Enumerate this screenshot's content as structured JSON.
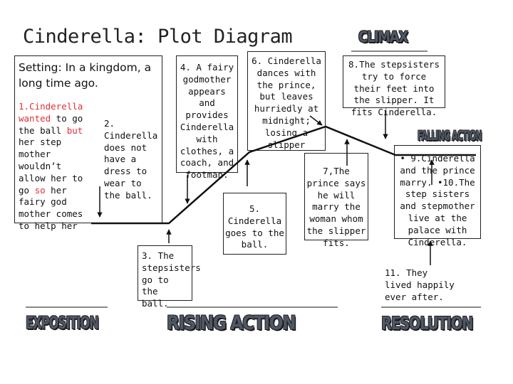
{
  "title": "Cinderella: Plot Diagram",
  "setting_text": "Setting: In a kingdom, a long time ago.",
  "events": {
    "e1": {
      "parts": [
        {
          "text": "1.Cinderella wanted",
          "color": "red"
        },
        {
          "text": " to go the ball ",
          "color": "black"
        },
        {
          "text": "but",
          "color": "red"
        },
        {
          "text": " her step mother wouldn’t allow her to go ",
          "color": "black"
        },
        {
          "text": "so",
          "color": "red"
        },
        {
          "text": " her fairy god mother comes to help her",
          "color": "black"
        }
      ]
    },
    "e2": "2. Cinderella does not have a dress to wear to the ball.",
    "e3": "3. The stepsisters go to the ball.",
    "e4": "4. A fairy godmother appears and provides Cinderella with clothes, a coach, and footman.",
    "e5": "5. Cinderella goes to the ball.",
    "e6": "6. Cinderella dances with the prince, but leaves hurriedly at midnight; losing a slipper",
    "e7": "7,The prince says he will marry the woman whom the slipper fits.",
    "e8": "8.The stepsisters try to force their feet into the slipper. It fits Cinderella.",
    "e9": "• 9.Cinderella and the prince marry. •10.The step sisters and stepmother live at the palace with Cinderella.",
    "e11": "11. They lived happily ever after."
  },
  "stages": {
    "climax": "CLIMAX",
    "falling_action": "FALLING ACTION",
    "exposition": "EXPOSITION",
    "rising_action": "RISING ACTION",
    "resolution": "RESOLUTION"
  },
  "colors": {
    "red_text": "#e0303a",
    "banner_fill": "#505766",
    "line": "#111111"
  }
}
